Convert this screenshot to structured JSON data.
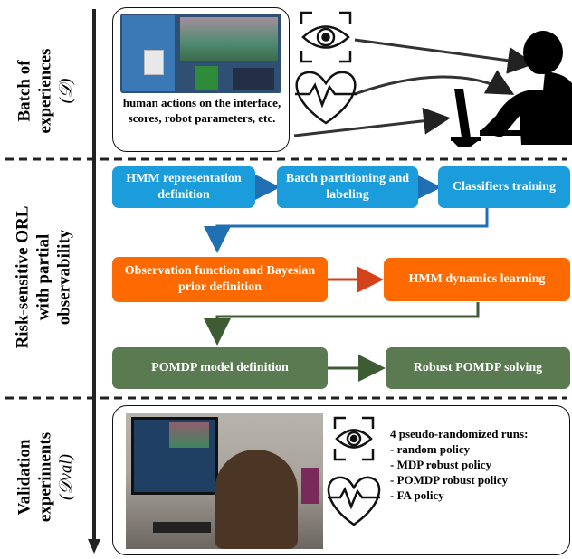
{
  "sections": {
    "batch": {
      "label_line1": "Batch of",
      "label_line2": "experiences",
      "label_line3": "(𝒟)"
    },
    "orl": {
      "label_line1": "Risk-sensitive ORL",
      "label_line2": "with partial",
      "label_line3": "observability"
    },
    "validation": {
      "label_line1": "Validation",
      "label_line2": "experiments",
      "label_line3": "(𝒟val)"
    }
  },
  "batch_panel": {
    "caption": "human actions on the interface, scores, robot parameters, etc."
  },
  "pipeline": {
    "row1": [
      "HMM representation definition",
      "Batch partitioning and labeling",
      "Classifiers training"
    ],
    "row2": [
      "Observation function and Bayesian prior definition",
      "HMM dynamics learning"
    ],
    "row3": [
      "POMDP model definition",
      "Robust POMDP solving"
    ]
  },
  "validation_panel": {
    "runs_title": "4 pseudo-randomized runs:",
    "runs": [
      "- random policy",
      "- MDP robust policy",
      "- POMDP robust policy",
      "- FA policy"
    ]
  },
  "colors": {
    "blue": "#1b9ddc",
    "orange": "#ff6a00",
    "green": "#5a7a52",
    "blue_arrow": "#1f6fb2",
    "orange_arrow": "#d4421a",
    "green_arrow": "#3d5c34"
  }
}
